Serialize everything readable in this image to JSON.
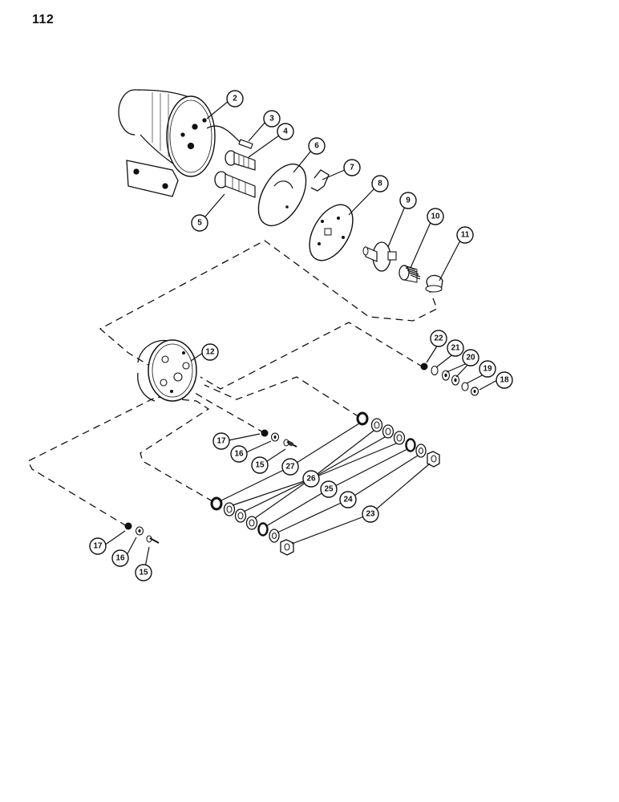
{
  "page": {
    "number": "112"
  },
  "callouts": [
    {
      "id": "c2",
      "label": "2"
    },
    {
      "id": "c3",
      "label": "3"
    },
    {
      "id": "c4",
      "label": "4"
    },
    {
      "id": "c5",
      "label": "5"
    },
    {
      "id": "c6",
      "label": "6"
    },
    {
      "id": "c7",
      "label": "7"
    },
    {
      "id": "c8",
      "label": "8"
    },
    {
      "id": "c9",
      "label": "9"
    },
    {
      "id": "c10",
      "label": "10"
    },
    {
      "id": "c11",
      "label": "11"
    },
    {
      "id": "c12",
      "label": "12"
    },
    {
      "id": "c15a",
      "label": "15"
    },
    {
      "id": "c15b",
      "label": "15"
    },
    {
      "id": "c16a",
      "label": "16"
    },
    {
      "id": "c16b",
      "label": "16"
    },
    {
      "id": "c17a",
      "label": "17"
    },
    {
      "id": "c17b",
      "label": "17"
    },
    {
      "id": "c18",
      "label": "18"
    },
    {
      "id": "c19",
      "label": "19"
    },
    {
      "id": "c20",
      "label": "20"
    },
    {
      "id": "c21",
      "label": "21"
    },
    {
      "id": "c22",
      "label": "22"
    },
    {
      "id": "c23",
      "label": "23"
    },
    {
      "id": "c24",
      "label": "24"
    },
    {
      "id": "c25",
      "label": "25"
    },
    {
      "id": "c26",
      "label": "26"
    },
    {
      "id": "c27",
      "label": "27"
    }
  ]
}
